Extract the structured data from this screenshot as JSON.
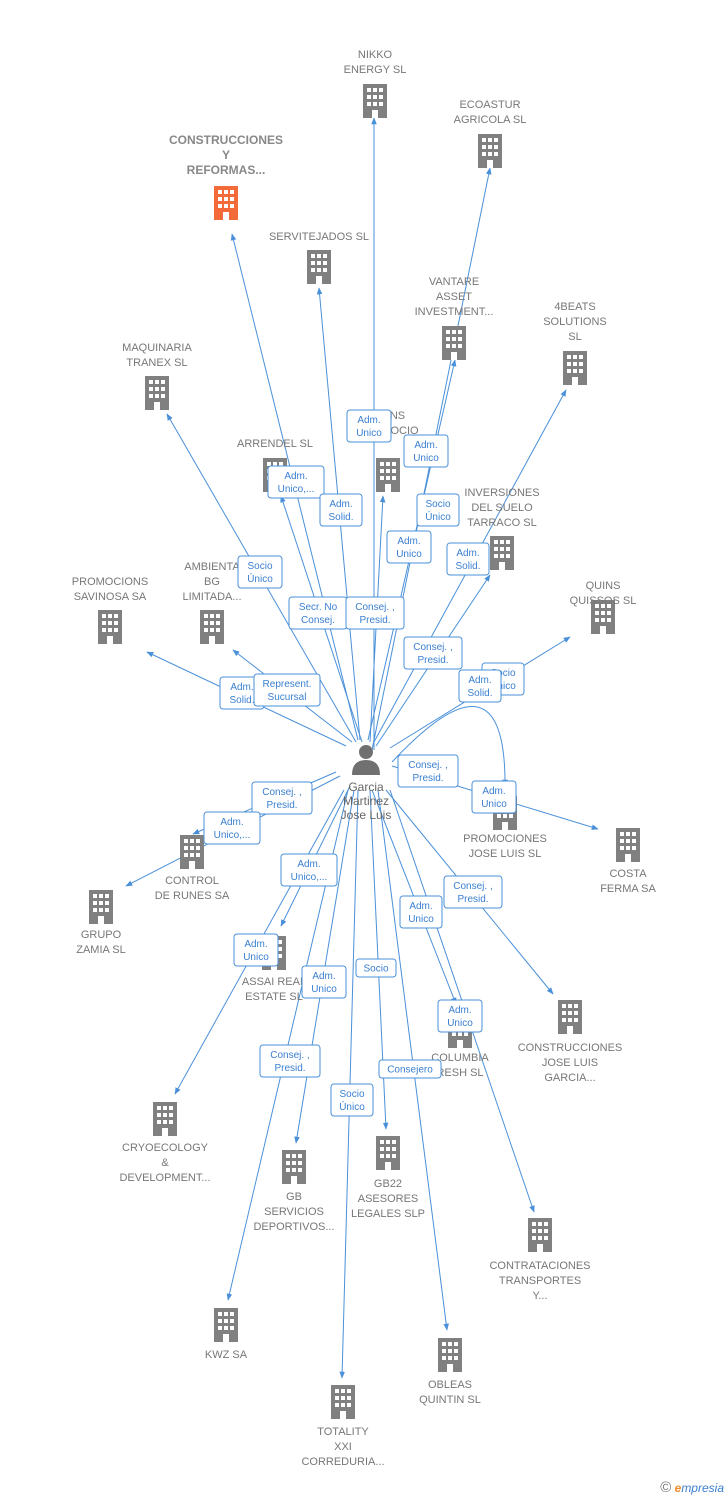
{
  "colors": {
    "edge": "#4a90d9",
    "building": "#808080",
    "highlight": "#f26b38",
    "text": "#777777"
  },
  "center": {
    "name_lines": [
      "Garcia",
      "Martinez",
      "Jose Luis"
    ],
    "icon": "person-icon"
  },
  "companies": [
    {
      "id": "nikko",
      "lines": [
        "NIKKO",
        "ENERGY  SL"
      ]
    },
    {
      "id": "ecoastur",
      "lines": [
        "ECOASTUR",
        "AGRICOLA  SL"
      ]
    },
    {
      "id": "construcciones_reformas",
      "lines": [
        "CONSTRUCCIONES",
        "Y",
        "REFORMAS..."
      ],
      "highlight": true
    },
    {
      "id": "servitejados",
      "lines": [
        "SERVITEJADOS SL"
      ]
    },
    {
      "id": "vantare",
      "lines": [
        "VANTARE",
        "ASSET",
        "INVESTMENT..."
      ]
    },
    {
      "id": "4beats",
      "lines": [
        "4BEATS",
        "SOLUTIONS",
        "SL"
      ]
    },
    {
      "id": "maquinaria",
      "lines": [
        "MAQUINARIA",
        "TRANEX  SL"
      ]
    },
    {
      "id": "promocions",
      "lines": [
        "SIONS",
        "PROMOCIO"
      ]
    },
    {
      "id": "arrendel",
      "lines": [
        "ARRENDEL SL"
      ]
    },
    {
      "id": "inversiones",
      "lines": [
        "INVERSIONES",
        "DEL SUELO",
        "TARRACO  SL"
      ]
    },
    {
      "id": "ambienta",
      "lines": [
        "AMBIENTA",
        "BG",
        "LIMITADA..."
      ]
    },
    {
      "id": "savinosa",
      "lines": [
        "PROMOCIONS",
        "SAVINOSA SA"
      ]
    },
    {
      "id": "quins",
      "lines": [
        "QUINS",
        "QUISSOS  SL"
      ]
    },
    {
      "id": "promociones_jl",
      "lines": [
        "PROMOCIONES",
        "JOSE LUIS  SL"
      ]
    },
    {
      "id": "costa",
      "lines": [
        "COSTA",
        "FERMA SA"
      ]
    },
    {
      "id": "control",
      "lines": [
        "CONTROL",
        "DE RUNES SA"
      ]
    },
    {
      "id": "zamia",
      "lines": [
        "GRUPO",
        "ZAMIA SL"
      ]
    },
    {
      "id": "assai",
      "lines": [
        "ASSAI REAL",
        "ESTATE  SL"
      ]
    },
    {
      "id": "columbia",
      "lines": [
        "COLUMBIA",
        "RESH SL"
      ]
    },
    {
      "id": "construcciones_jl",
      "lines": [
        "CONSTRUCCIONES",
        "JOSE LUIS",
        "GARCIA..."
      ]
    },
    {
      "id": "cryo",
      "lines": [
        "CRYOECOLOGY",
        "&",
        "DEVELOPMENT..."
      ]
    },
    {
      "id": "gb",
      "lines": [
        "GB",
        "SERVICIOS",
        "DEPORTIVOS..."
      ]
    },
    {
      "id": "gb22",
      "lines": [
        "GB22",
        "ASESORES",
        "LEGALES  SLP"
      ]
    },
    {
      "id": "contrataciones",
      "lines": [
        "CONTRATACIONES",
        "TRANSPORTES",
        "Y..."
      ]
    },
    {
      "id": "kwz",
      "lines": [
        "KWZ SA"
      ]
    },
    {
      "id": "obleas",
      "lines": [
        "OBLEAS",
        "QUINTIN SL"
      ]
    },
    {
      "id": "totality",
      "lines": [
        "TOTALITY",
        "XXI",
        "CORREDURIA..."
      ]
    }
  ],
  "roles": [
    {
      "lines": [
        "Adm.",
        "Unico"
      ]
    },
    {
      "lines": [
        "Adm.",
        "Unico"
      ]
    },
    {
      "lines": [
        "Adm.",
        "Unico,..."
      ]
    },
    {
      "lines": [
        "Adm.",
        "Solid."
      ]
    },
    {
      "lines": [
        "Socio",
        "Único"
      ]
    },
    {
      "lines": [
        "Adm.",
        "Unico"
      ]
    },
    {
      "lines": [
        "Adm.",
        "Solid."
      ]
    },
    {
      "lines": [
        "Socio",
        "Único"
      ]
    },
    {
      "lines": [
        "Secr.  No",
        "Consej."
      ]
    },
    {
      "lines": [
        "Consej. ,",
        "Presid."
      ]
    },
    {
      "lines": [
        "Consej. ,",
        "Presid."
      ]
    },
    {
      "lines": [
        "Socio",
        "Único"
      ]
    },
    {
      "lines": [
        "Adm.",
        "Solid."
      ]
    },
    {
      "lines": [
        "Adm.",
        "Solid."
      ]
    },
    {
      "lines": [
        "Represent.",
        "Sucursal"
      ]
    },
    {
      "lines": [
        "Consej. ,",
        "Presid."
      ]
    },
    {
      "lines": [
        "Adm.",
        "Unico"
      ]
    },
    {
      "lines": [
        "Consej. ,",
        "Presid."
      ]
    },
    {
      "lines": [
        "Adm.",
        "Unico,..."
      ]
    },
    {
      "lines": [
        "Adm.",
        "Unico,..."
      ]
    },
    {
      "lines": [
        "Consej. ,",
        "Presid."
      ]
    },
    {
      "lines": [
        "Adm.",
        "Unico"
      ]
    },
    {
      "lines": [
        "Adm.",
        "Unico"
      ]
    },
    {
      "lines": [
        "Adm.",
        "Unico"
      ]
    },
    {
      "lines": [
        "Socio"
      ]
    },
    {
      "lines": [
        "Adm.",
        "Unico"
      ]
    },
    {
      "lines": [
        "Consej. ,",
        "Presid."
      ]
    },
    {
      "lines": [
        "Consejero"
      ]
    },
    {
      "lines": [
        "Socio",
        "Único"
      ]
    }
  ],
  "footer": {
    "copyright": "©",
    "brand_initial": "e",
    "brand_rest": "mpresia"
  }
}
